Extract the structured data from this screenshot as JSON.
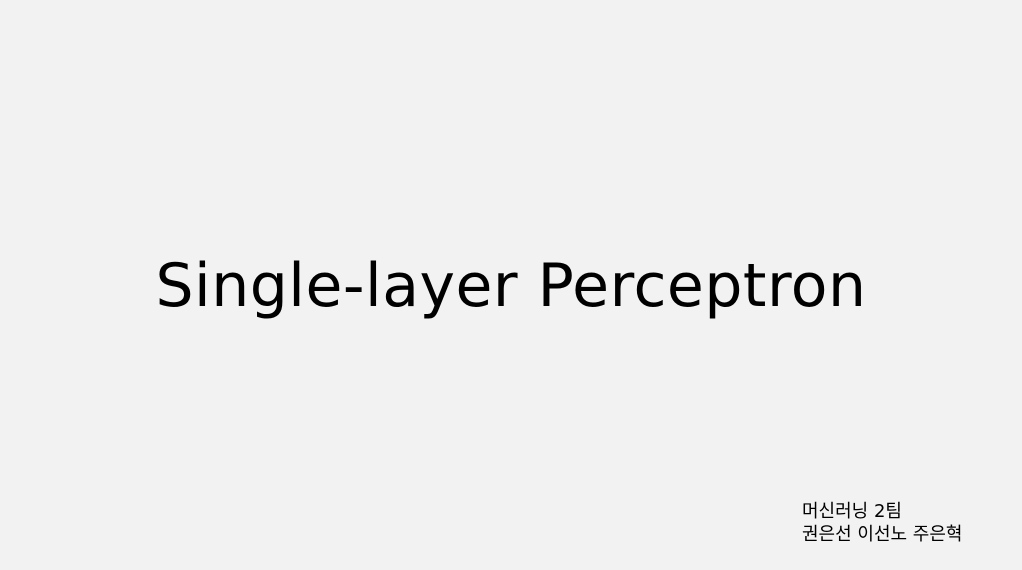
{
  "slide": {
    "title": "Single-layer Perceptron",
    "credits": {
      "team": "머신러닝 2팀",
      "members": "권은선 이선노 주은혁"
    }
  }
}
